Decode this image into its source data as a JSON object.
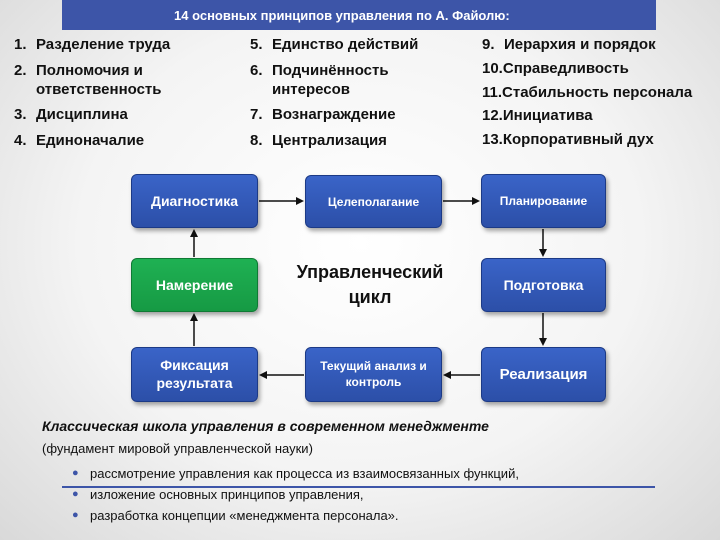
{
  "title": "14 основных принципов управления по  А. Файолю:",
  "principles": [
    {
      "num": "1.",
      "text": "Разделение труда"
    },
    {
      "num": "2.",
      "text": "Полномочия и ответственность"
    },
    {
      "num": "3.",
      "text": "Дисциплина"
    },
    {
      "num": "4.",
      "text": "Единоначалие"
    },
    {
      "num": "5.",
      "text": "Единство действий"
    },
    {
      "num": "6.",
      "text": "Подчинённость интересов"
    },
    {
      "num": "7.",
      "text": "Вознаграждение"
    },
    {
      "num": "8.",
      "text": "Централизация"
    },
    {
      "num": "9.",
      "text": "Иерархия и порядок"
    },
    {
      "num": "10.",
      "text": "Справедливость"
    },
    {
      "num": "11.",
      "text": "Стабильность персонала"
    },
    {
      "num": "12.",
      "text": "Инициатива"
    },
    {
      "num": "13.",
      "text": "Корпоративный дух"
    }
  ],
  "cycle": {
    "center_label": "Управленческий цикл",
    "diagnostics": "Диагностика",
    "goal_setting": "Целеполагание",
    "planning": "Планирование",
    "intention": "Намерение",
    "preparation": "Подготовка",
    "fixation": "Фиксация результата",
    "current_analysis": "Текущий анализ и контроль",
    "realization": "Реализация"
  },
  "classic": {
    "title": "Классическая школа управления в современном менеджменте",
    "subtitle": "(фундамент мировой управленческой науки)",
    "bullets": [
      "рассмотрение управления как процесса из взаимосвязанных функций,",
      "изложение основных принципов управления,",
      "разработка концепции «менеджмента персонала»."
    ]
  },
  "colors": {
    "title_bar": "#3d55a8",
    "box_blue": "#2f56b4",
    "box_green": "#1aa64b"
  }
}
